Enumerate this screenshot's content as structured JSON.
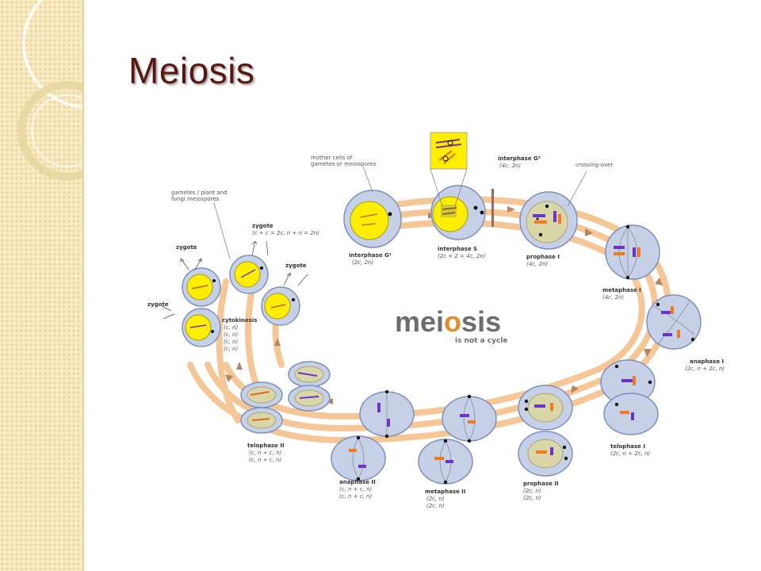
{
  "slide": {
    "title": "Meiosis"
  },
  "diagram": {
    "center_word": {
      "part1": "mei",
      "part2": "o",
      "part3": "sis"
    },
    "center_caption": "is not a cycle",
    "labels": {
      "interphase_g1": {
        "name": "interphase G¹",
        "formula": "(2c, 2n)"
      },
      "interphase_s": {
        "name": "interphase S",
        "formula": "(2c × 2 = 4c, 2n)"
      },
      "interphase_g2": {
        "name": "interphase G²",
        "formula": "(4c, 2n)"
      },
      "prophase_1": {
        "name": "prophase I",
        "formula": "(4c, 2n)"
      },
      "metaphase_1": {
        "name": "metaphase I",
        "formula": "(4c, 2n)"
      },
      "anaphase_1": {
        "name": "anaphase I",
        "formula": "(2c, n + 2c, n)"
      },
      "telophase_1": {
        "name": "telophase I",
        "formula": "(2c, n + 2c, n)"
      },
      "prophase_2": {
        "name": "prophase II",
        "formula1": "(2c, n)",
        "formula2": "(2c, n)"
      },
      "metaphase_2": {
        "name": "metaphase II",
        "formula1": "(2c, n)",
        "formula2": "(2c, n)"
      },
      "anaphase_2": {
        "name": "anaphase II",
        "formula1": "(c, n + c, n)",
        "formula2": "(c, n + c, n)"
      },
      "telophase_2": {
        "name": "telophase II",
        "formula1": "(c, n + c, n)",
        "formula2": "(c, n + c, n)"
      },
      "cytokinesis": {
        "name": "cytokinesis",
        "f1": "(c, n)",
        "f2": "(c, n)",
        "f3": "(c, n)",
        "f4": "(c, n)"
      },
      "crossing_over": "crossing-over",
      "mother_cells_line1": "mother cells of",
      "mother_cells_line2": "gametes or meiospores",
      "gametes_line1": "gametes / plant and",
      "gametes_line2": "fungi meiospores",
      "zygote_top": {
        "name": "zygote",
        "formula": "(c + c = 2c, n + n = 2n)"
      },
      "zygote_a": "zygote",
      "zygote_b": "zygote",
      "zygote_c": "zygote"
    },
    "colors": {
      "band": "#f6c796",
      "cell": "#c6d0e6",
      "nucleus": "#d9d6a8",
      "gamete": "#ffee00",
      "chromosome_orange": "#ee7a22",
      "chromosome_purple": "#6b35c9"
    }
  }
}
